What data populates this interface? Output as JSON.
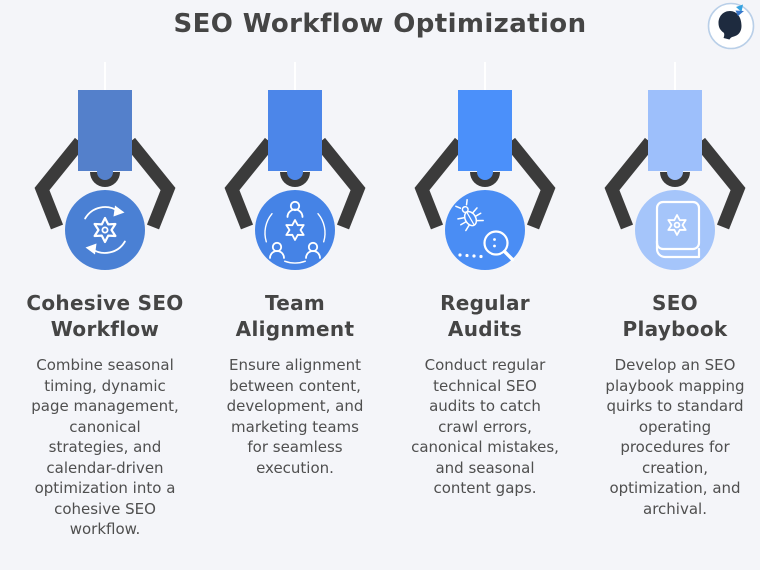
{
  "title": "SEO Workflow Optimization",
  "logo": {
    "icon": "head-butterfly-logo"
  },
  "theme": {
    "background": "#f4f5f9",
    "title_color": "#454545",
    "heading_color": "#454545",
    "body_color": "#4f4f4f",
    "claw_color": "#3b3b3b",
    "drop_line_color": "#ffffff",
    "icon_stroke": "#ffffff",
    "logo_ring": "#b9cfe8",
    "logo_head": "#1e2b3f",
    "logo_butterfly": "#3a8fd8"
  },
  "columns": [
    {
      "heading_line1": "Cohesive SEO",
      "heading_line2": "Workflow",
      "description": "Combine seasonal timing, dynamic page management, canonical strategies, and calendar-driven optimization into a cohesive SEO workflow.",
      "icon": "sync-gear-icon",
      "colors": {
        "rect": "#5480cb",
        "circle": "#4a80d4"
      }
    },
    {
      "heading_line1": "Team",
      "heading_line2": "Alignment",
      "description": "Ensure alignment between content, development, and marketing teams for seamless execution.",
      "icon": "team-collaboration-icon",
      "colors": {
        "rect": "#4c86e9",
        "circle": "#4583e6"
      }
    },
    {
      "heading_line1": "Regular",
      "heading_line2": "Audits",
      "description": "Conduct regular technical SEO audits to catch crawl errors, canonical mistakes, and seasonal content gaps.",
      "icon": "bug-magnifier-icon",
      "colors": {
        "rect": "#4b90fa",
        "circle": "#4a8df4"
      }
    },
    {
      "heading_line1": "SEO",
      "heading_line2": "Playbook",
      "description": "Develop an SEO playbook mapping quirks to standard operating procedures for creation, optimization, and archival.",
      "icon": "book-gear-icon",
      "colors": {
        "rect": "#9dbffb",
        "circle": "#a5c5fa"
      }
    }
  ]
}
